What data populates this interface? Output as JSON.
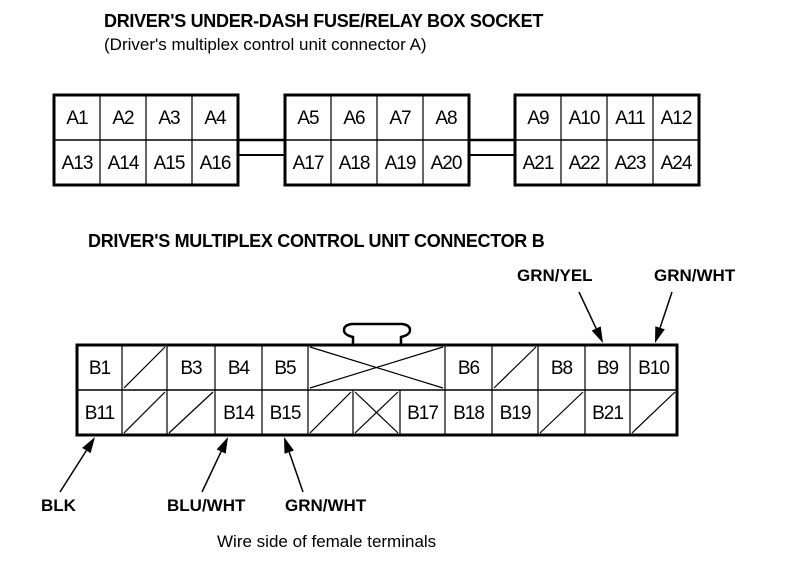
{
  "connector_a": {
    "title": "DRIVER'S UNDER-DASH FUSE/RELAY BOX SOCKET",
    "subtitle": "(Driver's multiplex control unit connector A)",
    "blocks": [
      {
        "top": [
          "A1",
          "A2",
          "A3",
          "A4"
        ],
        "bottom": [
          "A13",
          "A14",
          "A15",
          "A16"
        ]
      },
      {
        "top": [
          "A5",
          "A6",
          "A7",
          "A8"
        ],
        "bottom": [
          "A17",
          "A18",
          "A19",
          "A20"
        ]
      },
      {
        "top": [
          "A9",
          "A10",
          "A11",
          "A12"
        ],
        "bottom": [
          "A21",
          "A22",
          "A23",
          "A24"
        ]
      }
    ]
  },
  "connector_b": {
    "title": "DRIVER'S MULTIPLEX CONTROL UNIT CONNECTOR B",
    "top_row": [
      {
        "label": "B1"
      },
      {
        "label": "",
        "unused": true
      },
      {
        "label": "B3"
      },
      {
        "label": "B4"
      },
      {
        "label": "B5"
      },
      {
        "label": "",
        "blocked": true
      },
      {
        "label": "B6"
      },
      {
        "label": "",
        "unused": true
      },
      {
        "label": "B8"
      },
      {
        "label": "B9"
      },
      {
        "label": "B10"
      }
    ],
    "bottom_row": [
      {
        "label": "B11"
      },
      {
        "label": "",
        "unused": true
      },
      {
        "label": "",
        "unused": true
      },
      {
        "label": "B14"
      },
      {
        "label": "B15"
      },
      {
        "label": "",
        "unused": true
      },
      {
        "label": "",
        "blocked": true
      },
      {
        "label": "B17"
      },
      {
        "label": "B18"
      },
      {
        "label": "B19"
      },
      {
        "label": "",
        "unused": true
      },
      {
        "label": "B21"
      },
      {
        "label": "",
        "unused": true
      }
    ],
    "wire_callouts": [
      {
        "terminal": "B11",
        "color": "BLK"
      },
      {
        "terminal": "B14",
        "color": "BLU/WHT"
      },
      {
        "terminal": "B15",
        "color": "GRN/WHT"
      },
      {
        "terminal": "B9",
        "color": "GRN/YEL"
      },
      {
        "terminal": "B10",
        "color": "GRN/WHT"
      }
    ],
    "caption": "Wire side of female terminals"
  }
}
